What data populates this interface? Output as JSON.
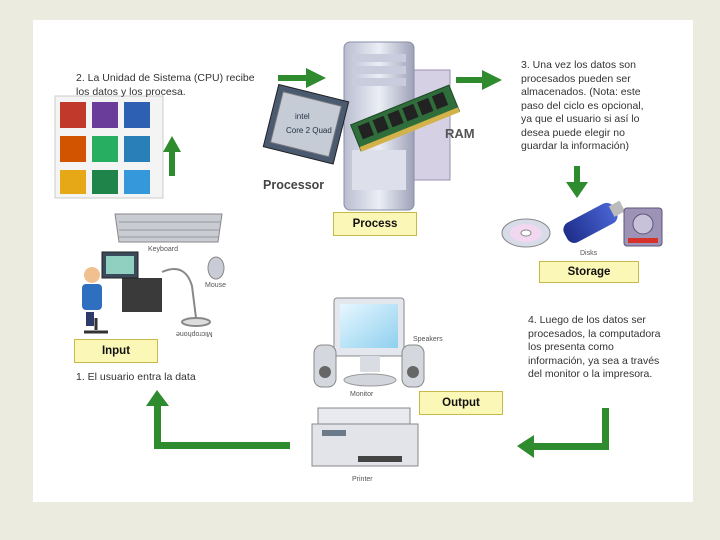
{
  "notes": {
    "step1": "1. El usuario entra la data",
    "step2_line1": "2. La Unidad de Sistema (CPU) recibe",
    "step2_line2": "los datos y los procesa.",
    "step3_line1": "3. Una vez los datos son",
    "step3_line2": "procesados pueden ser",
    "step3_line3": "almacenados. (Nota: este",
    "step3_line4": "paso del ciclo es opcional,",
    "step3_line5": "ya que el usuario si así lo",
    "step3_line6": "desea puede elegir no",
    "step3_line7": "guardar la información)",
    "step4_line1": "4. Luego de los datos ser",
    "step4_line2": "procesados, la computadora",
    "step4_line3": "los presenta como",
    "step4_line4": "información, ya sea a través",
    "step4_line5": "del monitor o la impresora."
  },
  "boxes": {
    "process": "Process",
    "storage": "Storage",
    "input": "Input",
    "output": "Output"
  },
  "device_labels": {
    "ram": "RAM",
    "processor": "Processor",
    "keyboard": "Keyboard",
    "mouse": "Mouse",
    "microphone": "Microphone",
    "disks": "Disks",
    "speakers": "Speakers",
    "monitor": "Monitor",
    "printer": "Printer",
    "cpu_chip_brand": "intel",
    "cpu_chip_model": "Core 2 Quad"
  },
  "colors": {
    "arrow": "#2e8b2e",
    "box_fill": "#fbf7b6",
    "background": "#ecebdf"
  }
}
